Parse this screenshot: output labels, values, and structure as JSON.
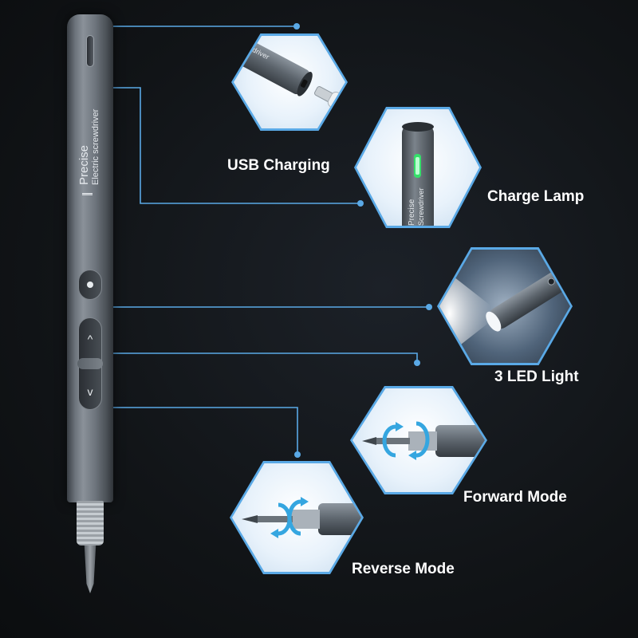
{
  "product": {
    "brand_line": "Precise",
    "sub_line": "Electric screwdriver",
    "inset_brand_line": "Precise",
    "inset_sub_line": "Screwdriver",
    "usb_inset_text": "driver"
  },
  "features": [
    {
      "id": "usb",
      "label": "USB Charging",
      "icon": "usb-c-cable-icon"
    },
    {
      "id": "lamp",
      "label": "Charge Lamp",
      "icon": "green-led-icon"
    },
    {
      "id": "led",
      "label": "3 LED Light",
      "icon": "flashlight-icon"
    },
    {
      "id": "forward",
      "label": "Forward Mode",
      "icon": "rotate-forward-icon"
    },
    {
      "id": "reverse",
      "label": "Reverse Mode",
      "icon": "rotate-reverse-icon"
    }
  ],
  "controls": {
    "up_arrow": "^",
    "down_arrow": "v"
  },
  "colors": {
    "accent": "#5aa9e6",
    "background": "#111417",
    "charge_led": "#35e06a",
    "body": "#7c838a"
  }
}
